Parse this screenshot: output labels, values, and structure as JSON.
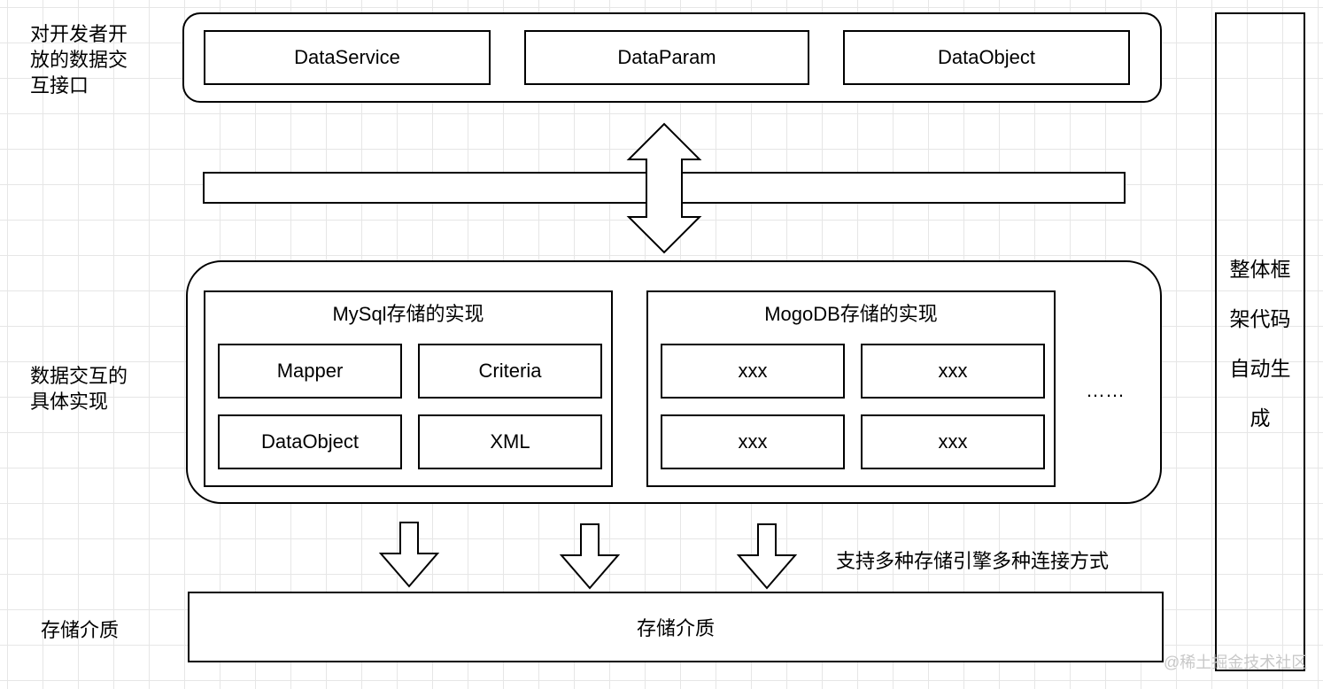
{
  "labels": {
    "interface_layer": [
      "对开发者开",
      "放的数据交",
      "互接口"
    ],
    "implementation_layer": [
      "数据交互的",
      "具体实现"
    ],
    "storage_layer": "存储介质"
  },
  "interface_boxes": [
    "DataService",
    "DataParam",
    "DataObject"
  ],
  "mysql_panel": {
    "title": "MySql存储的实现",
    "items": [
      "Mapper",
      "Criteria",
      "DataObject",
      "XML"
    ]
  },
  "mongo_panel": {
    "title": "MogoDB存储的实现",
    "items": [
      "xxx",
      "xxx",
      "xxx",
      "xxx"
    ]
  },
  "ellipsis": "……",
  "multi_engine_note": "支持多种存储引擎多种连接方式",
  "storage_box": "存储介质",
  "framework_column": [
    "整体框",
    "架代码",
    "自动生",
    "成"
  ],
  "watermark": "@稀土掘金技术社区"
}
